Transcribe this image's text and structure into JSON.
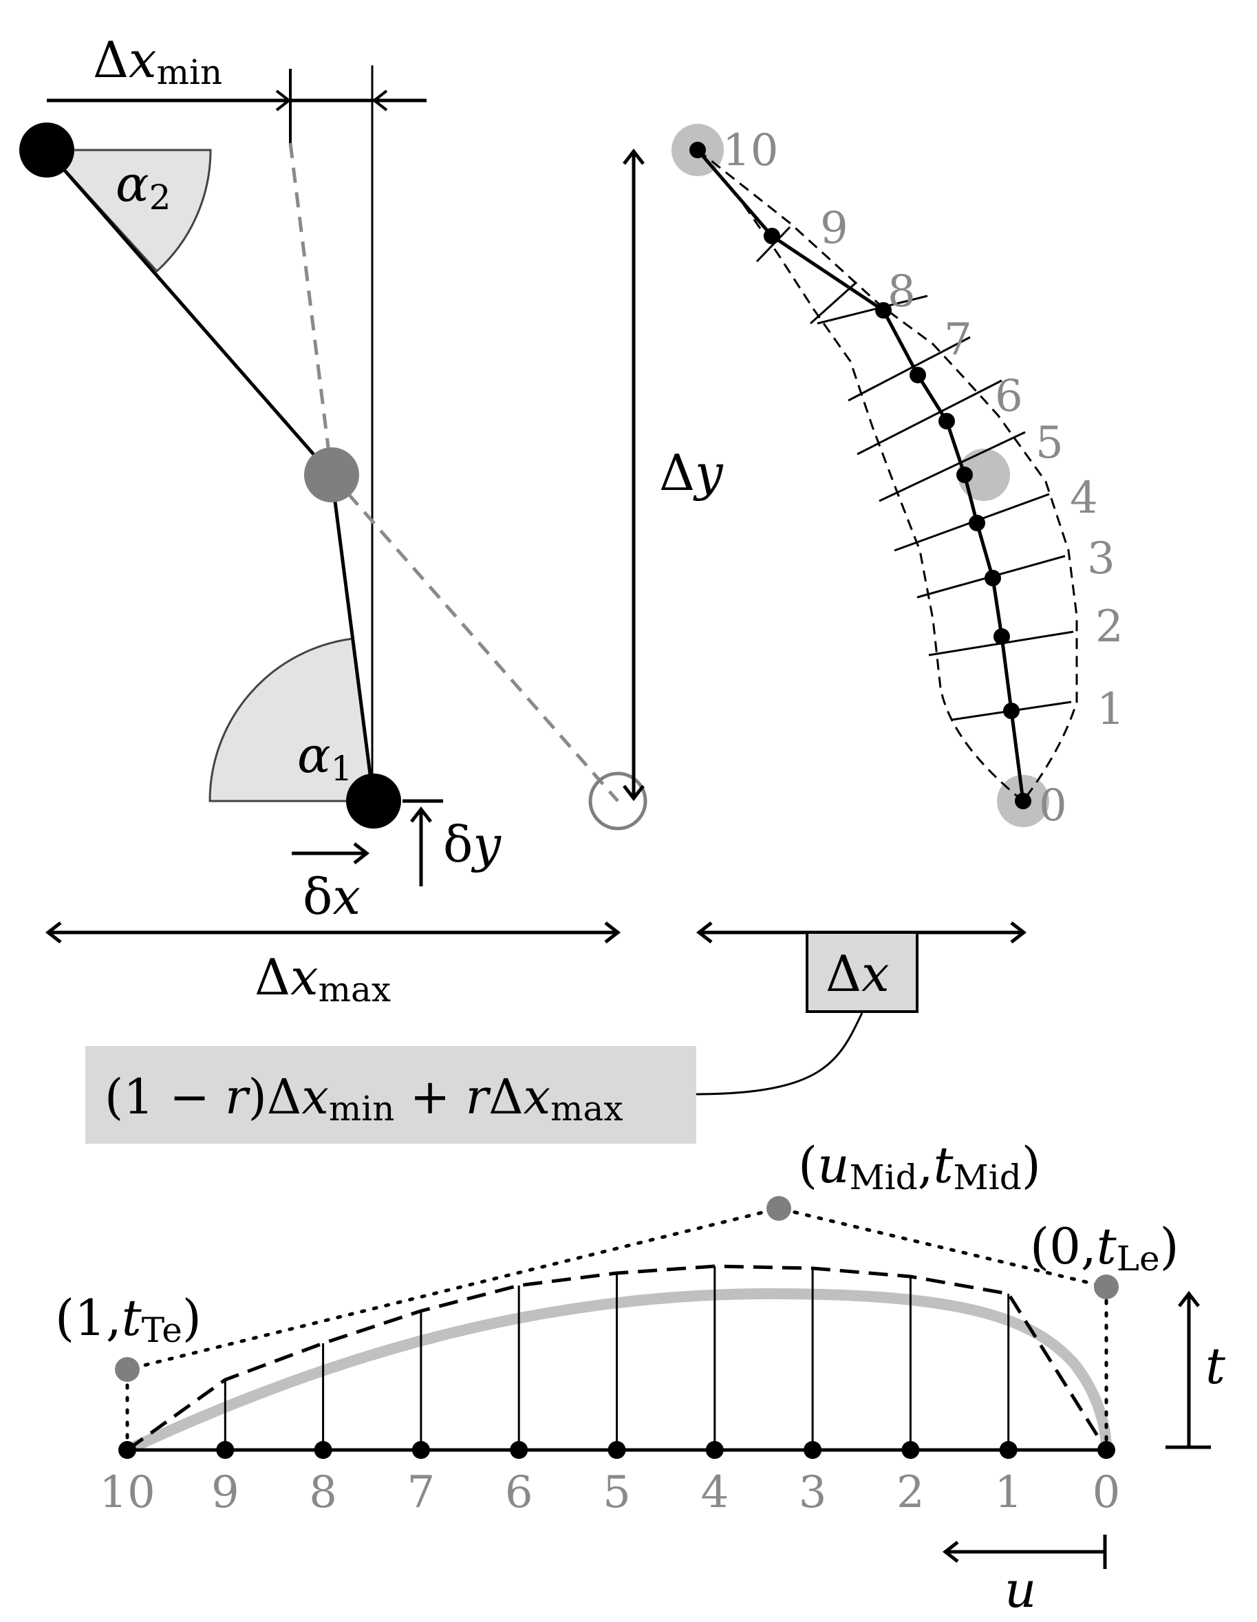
{
  "labels": {
    "dx_min_delta": "Δ",
    "dx_min_var": "x",
    "dx_min_sub": "min",
    "alpha2_var": "α",
    "alpha2_sub": "2",
    "alpha1_var": "α",
    "alpha1_sub": "1",
    "delta_y_delta": "Δ",
    "delta_y_var": "y",
    "small_dy_delta": "δ",
    "small_dy_var": "y",
    "small_dx_delta": "δ",
    "small_dx_var": "x",
    "dx_max_delta": "Δ",
    "dx_max_var": "x",
    "dx_max_sub": "max",
    "box_dx_delta": "Δ",
    "box_dx_var": "x",
    "formula_open": "(1 − ",
    "formula_r1": "r",
    "formula_mid": ")Δ",
    "formula_x1": "x",
    "formula_sub1": "min",
    "formula_plus": " + ",
    "formula_r2": "r",
    "formula_delta2": "Δ",
    "formula_x2": "x",
    "formula_sub2": "max",
    "mid_open": "(",
    "mid_u": "u",
    "mid_u_sub": "Mid",
    "mid_comma": ",",
    "mid_t": "t",
    "mid_t_sub": "Mid",
    "mid_close": ")",
    "le_open": "(0,",
    "le_t": "t",
    "le_sub": "Le",
    "le_close": ")",
    "te_open": "(1,",
    "te_t": "t",
    "te_sub": "Te",
    "te_close": ")",
    "t_axis": "t",
    "u_axis": "u"
  },
  "section_numbers": [
    "0",
    "1",
    "2",
    "3",
    "4",
    "5",
    "6",
    "7",
    "8",
    "9",
    "10"
  ],
  "bottom_numbers": [
    "10",
    "9",
    "8",
    "7",
    "6",
    "5",
    "4",
    "3",
    "2",
    "1",
    "0"
  ],
  "colors": {
    "black": "#000000",
    "gray_dot": "#7f7f7f",
    "light_gray": "#c0c0c0",
    "fill_gray": "#e3e3e3",
    "box_gray": "#d9d9d9",
    "label_gray": "#8a8a8a"
  }
}
